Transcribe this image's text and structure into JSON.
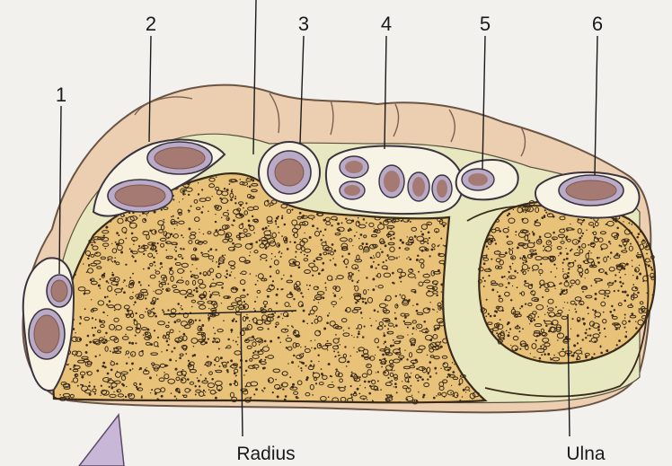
{
  "diagram": {
    "compartment_labels": [
      "1",
      "2",
      "3",
      "4",
      "5",
      "6"
    ],
    "bone_labels": {
      "radius": "Radius",
      "ulna": "Ulna"
    },
    "colors": {
      "background": "#f3f1ee",
      "skin": "#eccfb0",
      "skin_outline": "#6b5444",
      "bone_fill": "#e8c278",
      "bone_dots": "#3a2a1a",
      "compartment_fill": "#f7f4e6",
      "sheath_outline": "#3b3440",
      "sheath_band": "#b9aac8",
      "tendon": "#a57a72",
      "tendon_dark": "#7e5750",
      "membrane": "#e7e7c0",
      "pointer": "#1a1a1a",
      "arrow": "#c9b7d8"
    }
  }
}
